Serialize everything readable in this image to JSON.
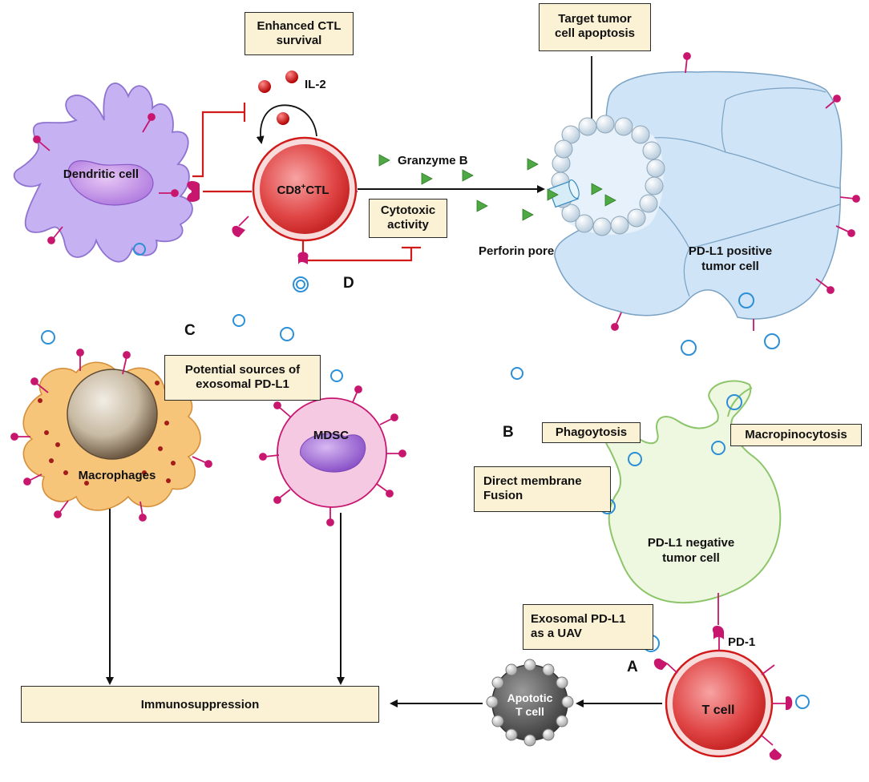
{
  "colors": {
    "marker_red": "#d11b1b",
    "pdl1_magenta": "#c8166f",
    "exosome_blue": "#2d8fd6",
    "granzyme_green": "#4ea843",
    "box_fill": "#fbf2d5",
    "dendritic_purple": "#c6b2f2",
    "ctl_red": "#e03a3a",
    "tumor_blue": "#cfe4f6",
    "negative_green": "#eef7df",
    "macrophage_orange": "#f6c57a",
    "mdsc_pink": "#f6c9e3",
    "apoptotic_gray": "#555555"
  },
  "boxes": {
    "enhanced_ctl": [
      "Enhanced CTL",
      "survival"
    ],
    "target_apoptosis": [
      "Target tumor",
      "cell apoptosis"
    ],
    "cytotoxic": [
      "Cytotoxic",
      "activity"
    ],
    "potential_sources": [
      "Potential sources of",
      "exosomal PD-L1"
    ],
    "phagocytosis": "Phagoytosis",
    "macropinocytosis": "Macropinocytosis",
    "direct_fusion": [
      "Direct membrane",
      "Fusion"
    ],
    "exosomal_uav": [
      "Exosomal PD-L1",
      "as a UAV"
    ],
    "immunosuppression": "Immunosuppression"
  },
  "labels": {
    "il2": "IL-2",
    "granzyme": "Granzyme B",
    "perforin": "Perforin pore",
    "pdl1_positive": [
      "PD-L1 positive",
      "tumor cell"
    ],
    "pdl1_negative": [
      "PD-L1 negative",
      "tumor cell"
    ],
    "pd1": "PD-1"
  },
  "cells": {
    "dendritic": "Dendritic cell",
    "ctl_main": "CD8",
    "ctl_sup": "+",
    "ctl_tail": "CTL",
    "macrophages": "Macrophages",
    "mdsc": "MDSC",
    "t_cell": "T cell",
    "apoptotic": [
      "Apototic",
      "T cell"
    ]
  },
  "letters": {
    "a": "A",
    "b": "B",
    "c": "C",
    "d": "D"
  }
}
